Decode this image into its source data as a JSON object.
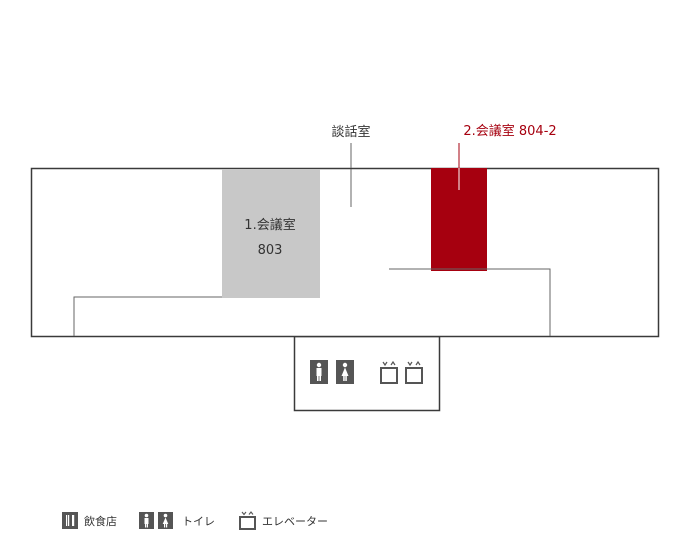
{
  "map": {
    "lounge_label": "談話室",
    "room1": {
      "label_line1": "1.会議室",
      "label_line2": "803"
    },
    "room2": {
      "label": "2.会議室 804-2"
    }
  },
  "legend": {
    "restaurant": "飲食店",
    "toilet": "トイレ",
    "elevator": "エレベーター"
  },
  "colors": {
    "highlight": "#a6000f",
    "room_gray": "#c8c8c8",
    "wall": "#3a3a3a",
    "icon_fill": "#555555"
  },
  "icons": {
    "restaurant": "restaurant-icon",
    "toilet_male": "male-toilet-icon",
    "toilet_female": "female-toilet-icon",
    "elevator": "elevator-icon"
  }
}
